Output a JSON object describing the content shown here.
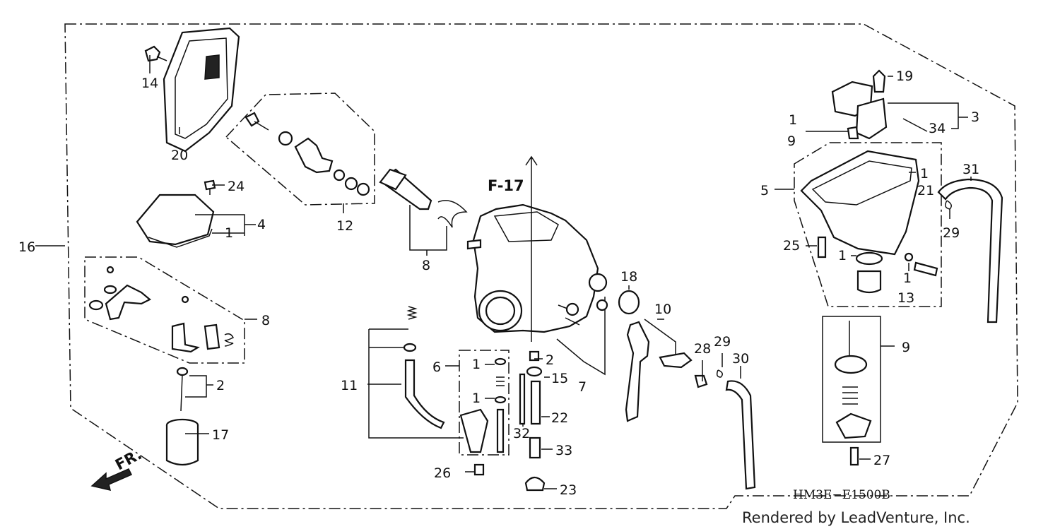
{
  "diagram": {
    "code": "HM3E−E1500B",
    "credit": "Rendered by LeadVenture, Inc.",
    "front_label": "FR.",
    "ref_label": "F-17",
    "callouts": {
      "c1a": "1",
      "c1b": "1",
      "c1c": "1",
      "c1d": "1",
      "c1e": "1",
      "c1f": "1",
      "c1g": "1",
      "c2a": "2",
      "c2b": "2",
      "c3": "3",
      "c4": "4",
      "c5": "5",
      "c6": "6",
      "c7": "7",
      "c8a": "8",
      "c8b": "8",
      "c9a": "9",
      "c9b": "9",
      "c10": "10",
      "c11": "11",
      "c12": "12",
      "c13": "13",
      "c14": "14",
      "c15": "15",
      "c16": "16",
      "c17": "17",
      "c18": "18",
      "c19": "19",
      "c20": "20",
      "c21": "21",
      "c22": "22",
      "c23": "23",
      "c24": "24",
      "c25": "25",
      "c26": "26",
      "c27": "27",
      "c28": "28",
      "c29a": "29",
      "c29b": "29",
      "c30": "30",
      "c31": "31",
      "c32": "32",
      "c33": "33",
      "c34": "34"
    }
  }
}
